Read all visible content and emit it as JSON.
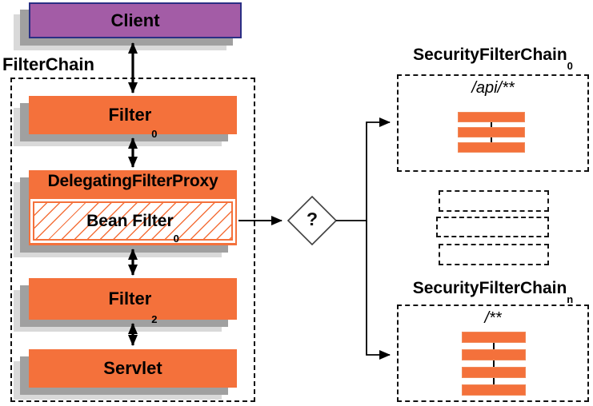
{
  "diagram": {
    "client": {
      "label": "Client"
    },
    "filterchain": {
      "title": "FilterChain"
    },
    "filter0": {
      "label": "Filter",
      "sub": "0"
    },
    "dfp": {
      "label": "DelegatingFilterProxy"
    },
    "bean": {
      "label": "Bean Filter",
      "sub": "0"
    },
    "filter2": {
      "label": "Filter",
      "sub": "2"
    },
    "servlet": {
      "label": "Servlet"
    },
    "decision": {
      "label": "?"
    },
    "sfc0": {
      "title": "SecurityFilterChain",
      "sub": "0",
      "pattern": "/api/**",
      "bar_count": 3
    },
    "sfcn": {
      "title": "SecurityFilterChain",
      "sub": "n",
      "pattern": "/**",
      "bar_count": 4
    },
    "placeholder_count": 3
  },
  "colors": {
    "node_orange": "#f4713b",
    "orange_edge": "#f08a5a",
    "client_purple": "#a35ca6",
    "client_border": "#2b2f84",
    "shadow_dark": "#a0a0a0",
    "shadow_light": "#d9d9d9",
    "line_black": "#000000"
  }
}
